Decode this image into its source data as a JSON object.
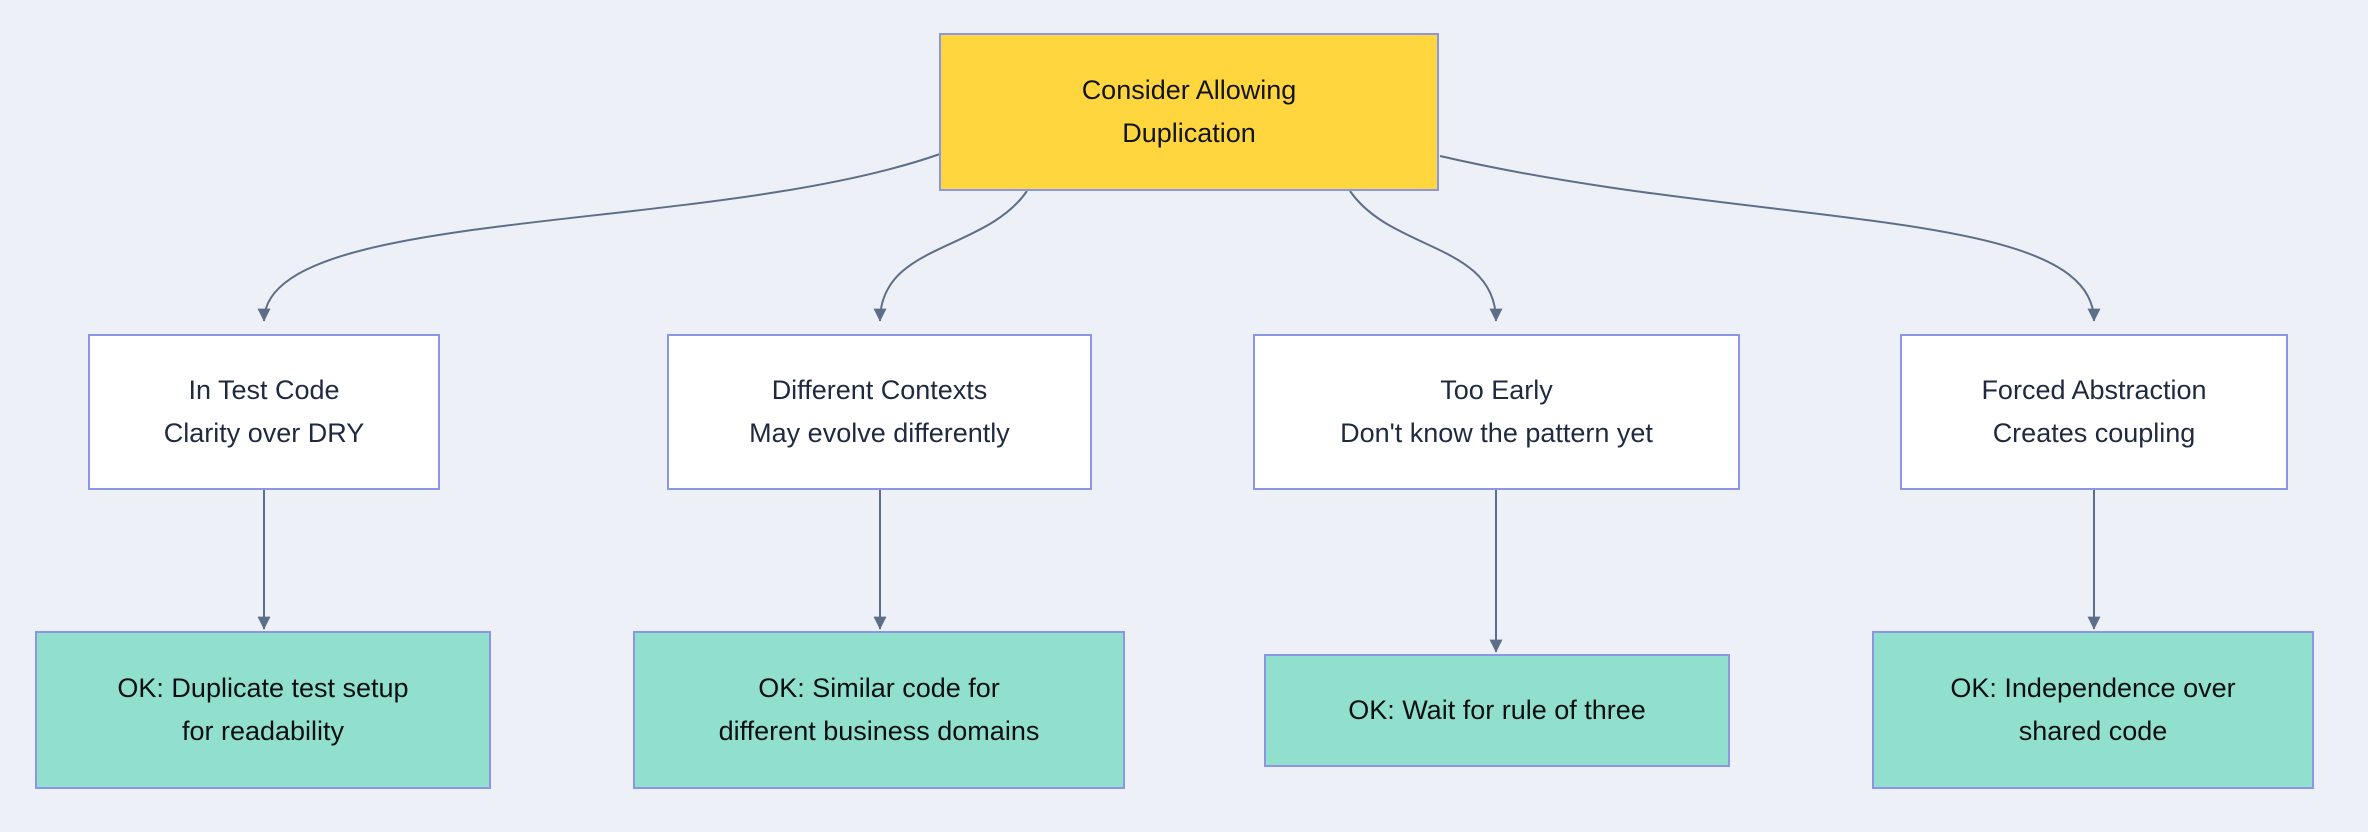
{
  "diagram": {
    "type": "flowchart",
    "direction": "top-down",
    "colors": {
      "background": "#edf1f7",
      "root_fill": "#ffd63e",
      "branch_fill": "#ffffff",
      "leaf_fill": "#90e0cd",
      "border": "#8b96e8",
      "edge": "#5d6e88",
      "root_text": "#111419",
      "branch_text": "#1f2940",
      "leaf_text": "#0b0f14"
    },
    "nodes": {
      "root": {
        "id": "consider-allowing-duplication",
        "lines": [
          "Consider Allowing",
          "Duplication"
        ]
      },
      "branches": [
        {
          "id": "in-test-code",
          "lines": [
            "In Test Code",
            "Clarity over DRY"
          ]
        },
        {
          "id": "different-contexts",
          "lines": [
            "Different Contexts",
            "May evolve differently"
          ]
        },
        {
          "id": "too-early",
          "lines": [
            "Too Early",
            "Don't know the pattern yet"
          ]
        },
        {
          "id": "forced-abstraction",
          "lines": [
            "Forced Abstraction",
            "Creates coupling"
          ]
        }
      ],
      "leaves": [
        {
          "id": "ok-duplicate-test-setup",
          "lines": [
            "OK: Duplicate test setup",
            "for readability"
          ]
        },
        {
          "id": "ok-similar-code",
          "lines": [
            "OK: Similar code for",
            "different business domains"
          ]
        },
        {
          "id": "ok-wait-rule-of-three",
          "lines": [
            "OK: Wait for rule of three"
          ]
        },
        {
          "id": "ok-independence",
          "lines": [
            "OK: Independence over",
            "shared code"
          ]
        }
      ]
    },
    "edges": [
      {
        "from": "consider-allowing-duplication",
        "to": "in-test-code"
      },
      {
        "from": "consider-allowing-duplication",
        "to": "different-contexts"
      },
      {
        "from": "consider-allowing-duplication",
        "to": "too-early"
      },
      {
        "from": "consider-allowing-duplication",
        "to": "forced-abstraction"
      },
      {
        "from": "in-test-code",
        "to": "ok-duplicate-test-setup"
      },
      {
        "from": "different-contexts",
        "to": "ok-similar-code"
      },
      {
        "from": "too-early",
        "to": "ok-wait-rule-of-three"
      },
      {
        "from": "forced-abstraction",
        "to": "ok-independence"
      }
    ]
  }
}
